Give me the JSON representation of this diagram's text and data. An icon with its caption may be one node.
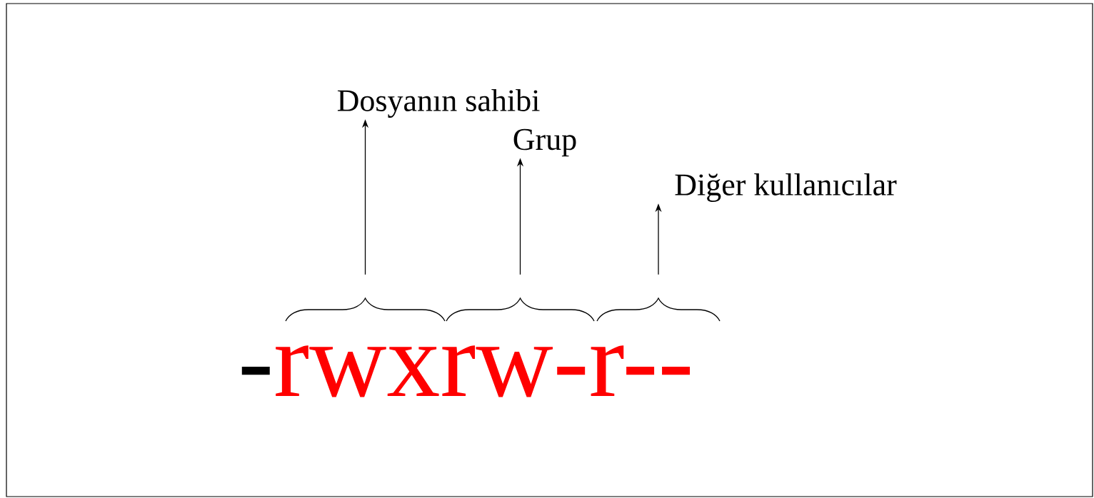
{
  "diagram": {
    "nodes": [
      {
        "text": [
          "Dosyanın sahibi"
        ]
      },
      {
        "text": [
          "Grup"
        ]
      },
      {
        "text": [
          "Diğer kullanıcılar"
        ]
      },
      {
        "text": [],
        "shape": "brace"
      },
      {
        "text": [],
        "shape": "brace"
      },
      {
        "text": [],
        "shape": "brace"
      }
    ],
    "edges": [
      {
        "from": 3,
        "to": 0,
        "arrow": "to"
      },
      {
        "from": 4,
        "to": 1,
        "arrow": "to"
      },
      {
        "from": 5,
        "to": 2,
        "arrow": "to"
      }
    ],
    "labels": [
      "-",
      "rwxrw-r--"
    ]
  }
}
